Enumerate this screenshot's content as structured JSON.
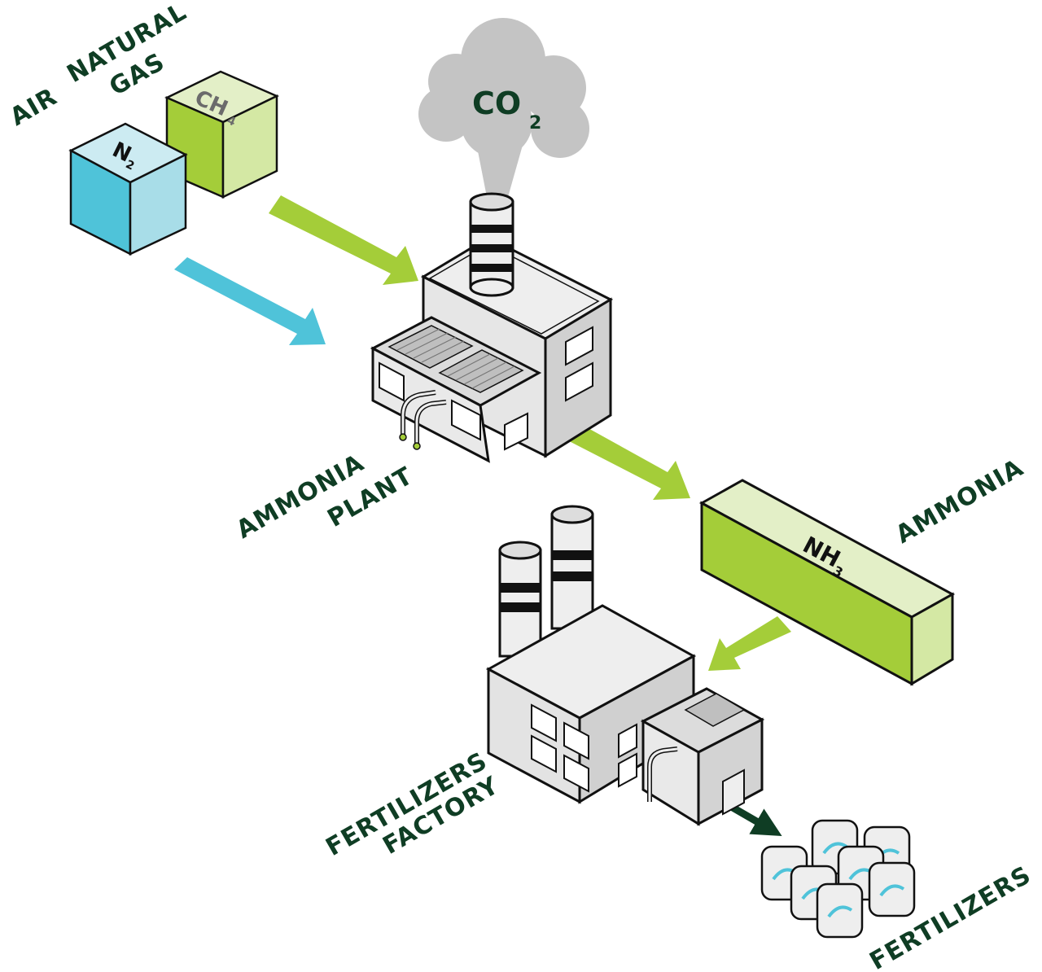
{
  "labels": {
    "air": "AIR",
    "natural_gas_1": "NATURAL",
    "natural_gas_2": "GAS",
    "ammonia_plant_1": "AMMONIA",
    "ammonia_plant_2": "PLANT",
    "ammonia": "AMMONIA",
    "fertilizers_factory_1": "FERTILIZERS",
    "fertilizers_factory_2": "FACTORY",
    "fertilizers": "FERTILIZERS"
  },
  "formulas": {
    "nitrogen": {
      "main": "N",
      "sub": "2"
    },
    "methane": {
      "main": "CH",
      "sub": "4"
    },
    "carbon_dioxide": {
      "main": "CO",
      "sub": "2"
    },
    "ammonia": {
      "main": "NH",
      "sub": "3"
    }
  },
  "colors": {
    "label_dark_green": "#0f3d24",
    "lime": "#a4cd39",
    "lime_light": "#d4e8a4",
    "cyan": "#4fc3d9",
    "cyan_light": "#a8dde8",
    "cloud_grey": "#c4c4c4",
    "building_grey": "#d8d8d8",
    "outline": "#111111"
  },
  "icons": [
    "nitrogen-cube-icon",
    "methane-cube-icon",
    "co2-cloud-icon",
    "ammonia-plant-icon",
    "ammonia-container-icon",
    "fertilizer-factory-icon",
    "fertilizer-bags-icon"
  ]
}
